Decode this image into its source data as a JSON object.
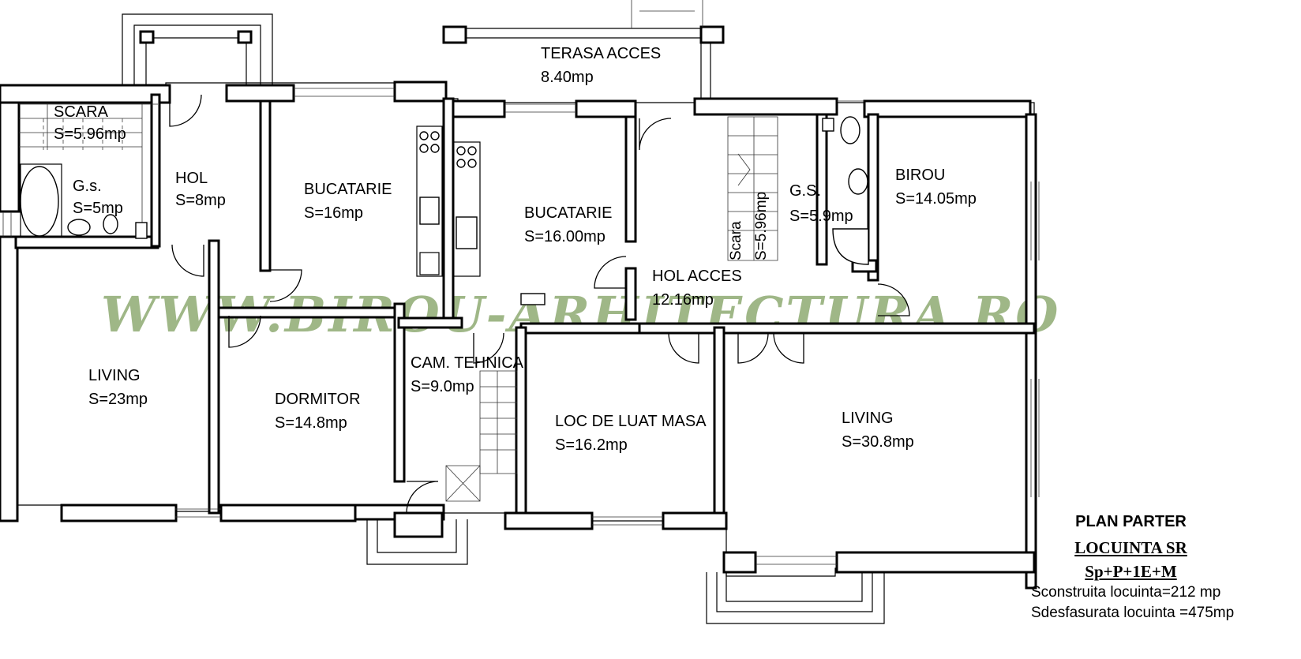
{
  "rooms": {
    "scara_left": {
      "name": "SCARA",
      "area": "S=5.96mp"
    },
    "gs_left": {
      "name": "G.s.",
      "area": "S=5mp"
    },
    "hol": {
      "name": "HOL",
      "area": "S=8mp"
    },
    "bucatarie_left": {
      "name": "BUCATARIE",
      "area": "S=16mp"
    },
    "terasa": {
      "name": "TERASA ACCES",
      "area": "8.40mp"
    },
    "bucatarie_right": {
      "name": "BUCATARIE",
      "area": "S=16.00mp"
    },
    "hol_acces": {
      "name": "HOL ACCES",
      "area": "12.16mp"
    },
    "scara_right": {
      "name": "Scara",
      "area": "S=5.96mp"
    },
    "gs_right": {
      "name": "G.S.",
      "area": "S=5.9mp"
    },
    "birou": {
      "name": "BIROU",
      "area": "S=14.05mp"
    },
    "living_left": {
      "name": "LIVING",
      "area": "S=23mp"
    },
    "dormitor": {
      "name": "DORMITOR",
      "area": "S=14.8mp"
    },
    "cam_tehnica": {
      "name": "CAM. TEHNICA",
      "area": "S=9.0mp"
    },
    "loc_masa": {
      "name": "LOC DE LUAT MASA",
      "area": "S=16.2mp"
    },
    "living_right": {
      "name": "LIVING",
      "area": "S=30.8mp"
    }
  },
  "watermark": "WWW.BIROU-ARHITECTURA.RO",
  "title_block": {
    "plan": "PLAN PARTER",
    "locuinta": "LOCUINTA SR",
    "regim": "Sp+P+1E+M",
    "sconstruita": "Sconstruita locuinta=212 mp",
    "sdesfasurata": "Sdesfasurata locuinta =475mp"
  },
  "colors": {
    "watermark": "#8fab73",
    "lines": "#000000",
    "background": "#ffffff"
  }
}
